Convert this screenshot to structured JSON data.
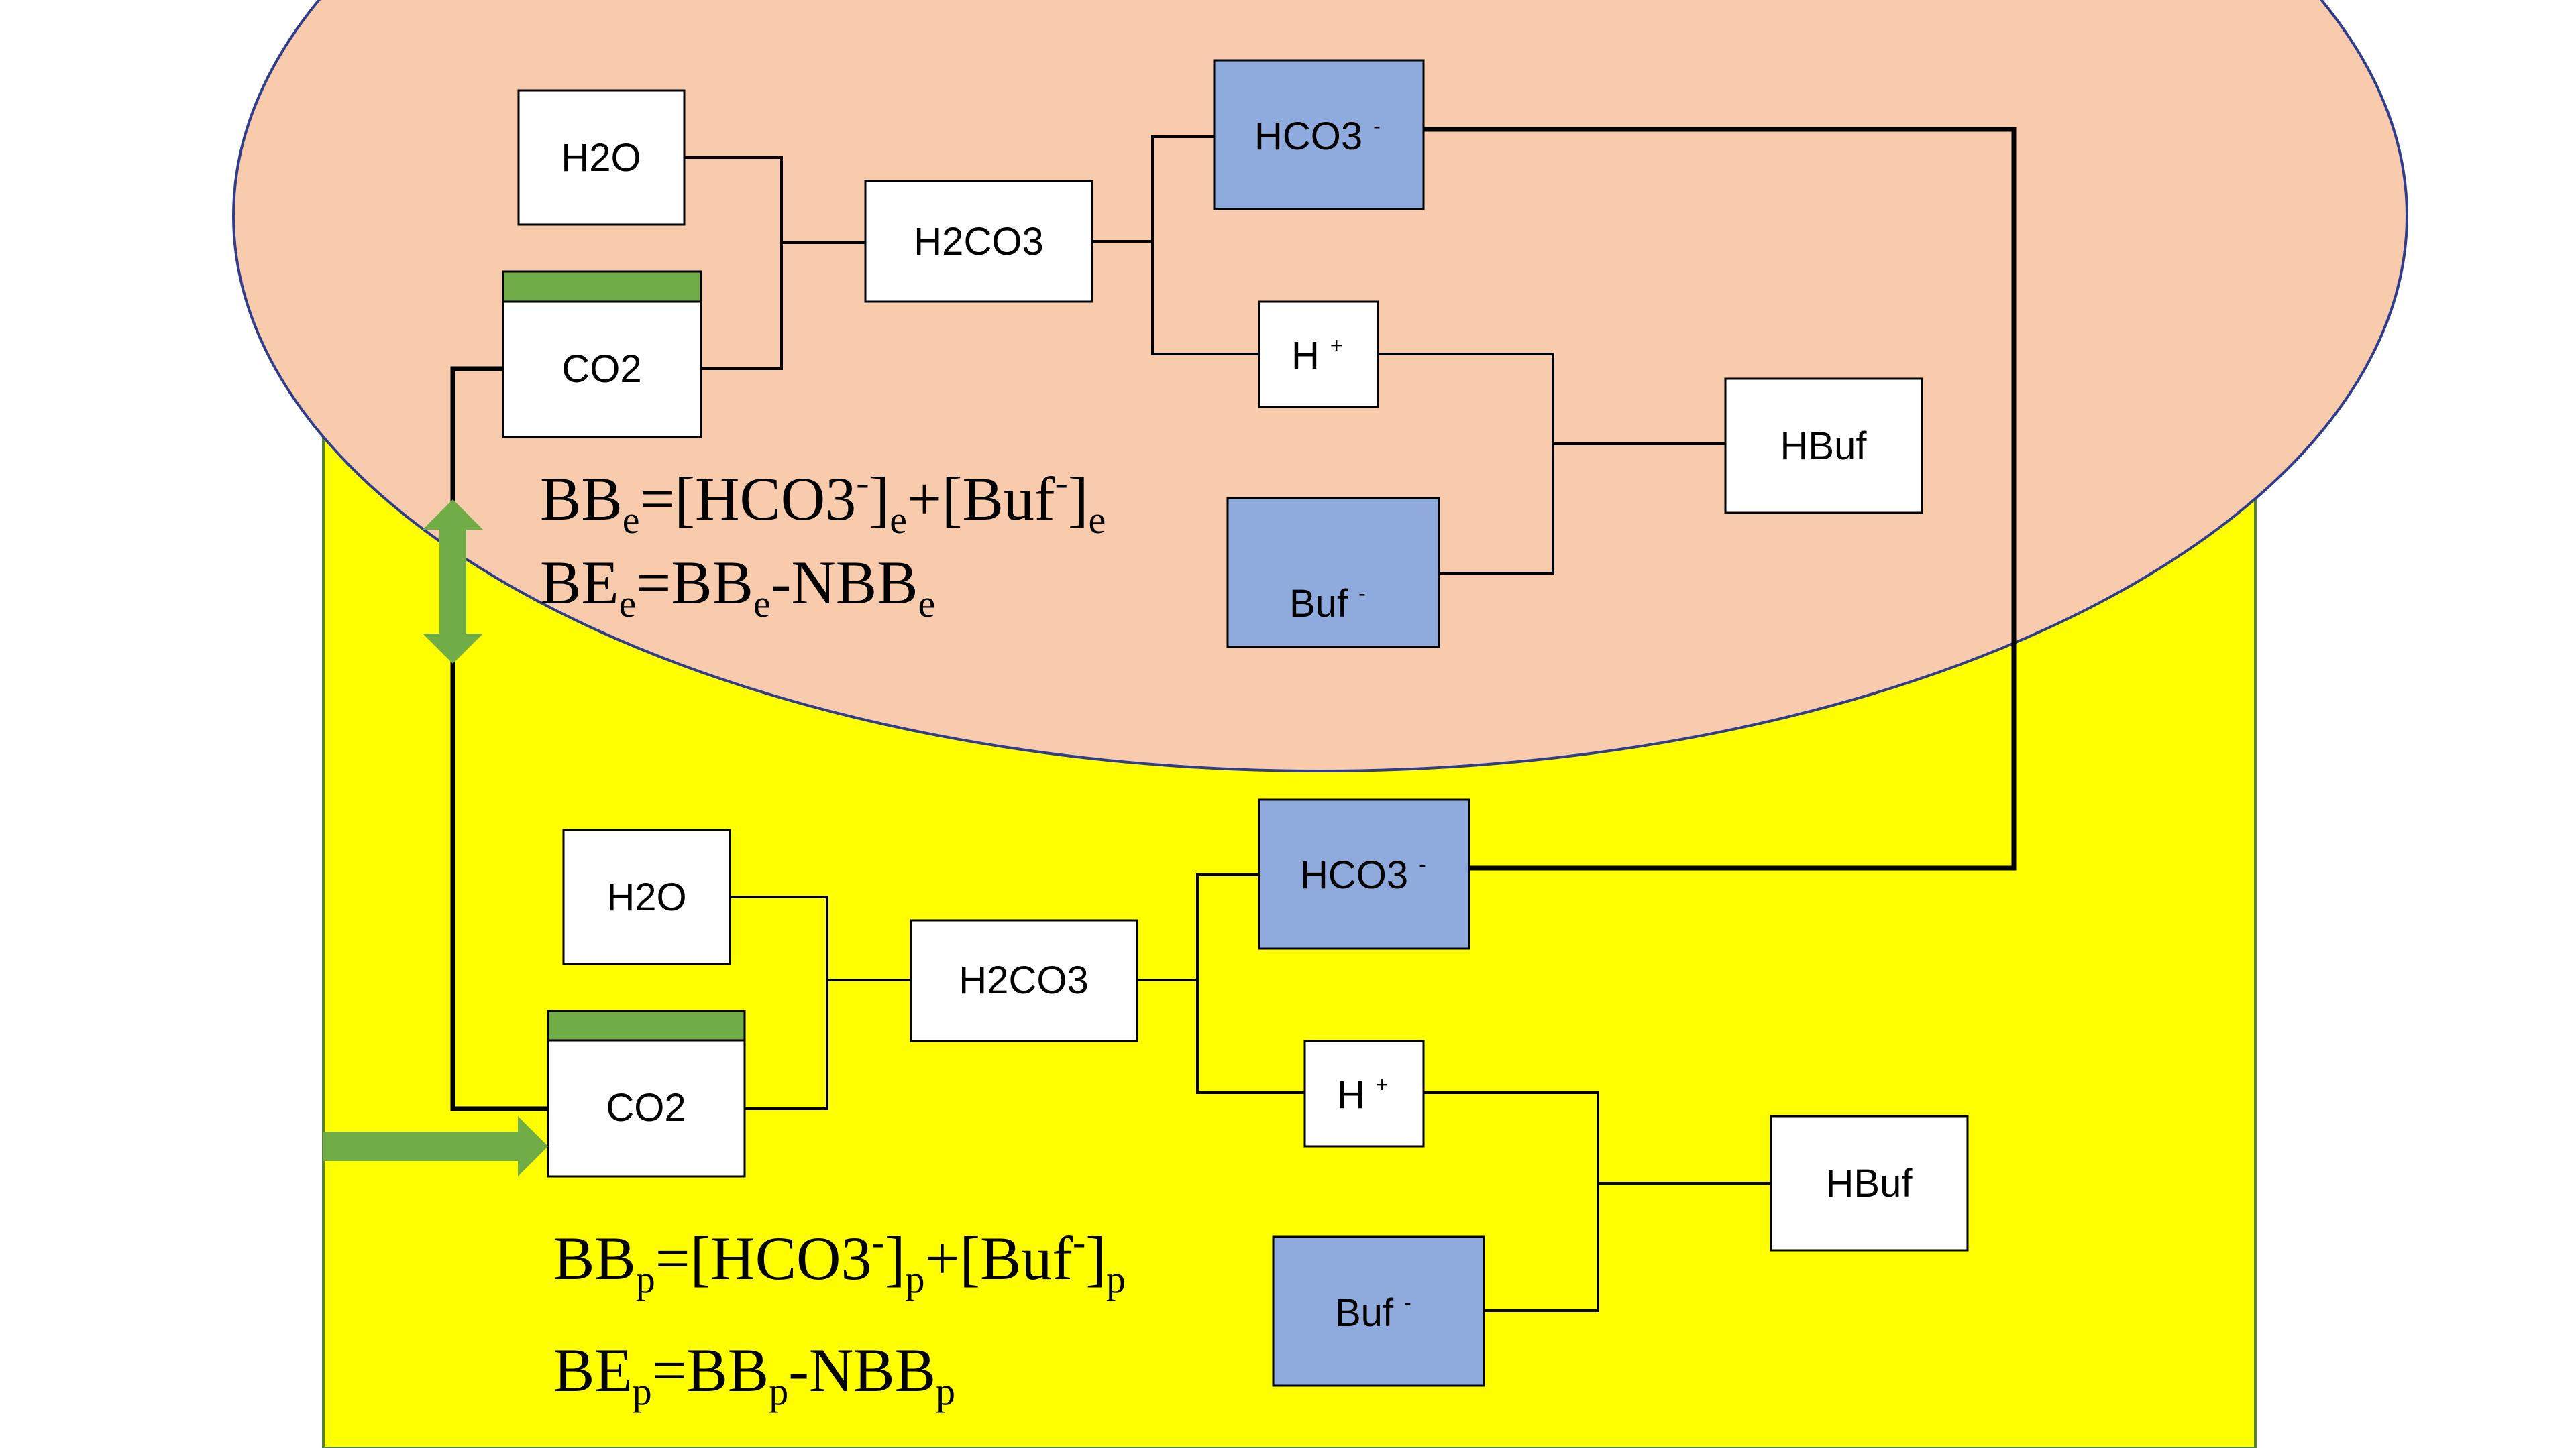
{
  "colors": {
    "plasma_fill": "#ffff00",
    "plasma_border": "#548235",
    "cell_fill": "#f8cbad",
    "cell_border": "#2f3d8c",
    "ion_box_fill": "#8faadc",
    "co2_cap": "#70ad47",
    "arrow": "#70ad47",
    "line": "#000000"
  },
  "upper": {
    "h2o": "H2O",
    "co2": "CO2",
    "h2co3": "H2CO3",
    "hco3": "HCO3",
    "hco3_charge": "-",
    "h": "H",
    "h_charge": "+",
    "buf": "Buf",
    "buf_charge": "-",
    "hbuf": "HBuf",
    "eq1": {
      "a": "BB",
      "a_sub": "e",
      "b": "=[HCO3",
      "b_sup": "-",
      "c": "]",
      "c_sub": "e",
      "d": "+[Buf",
      "d_sup": "-",
      "e": "]",
      "e_sub": "e"
    },
    "eq2": {
      "a": "BE",
      "a_sub": "e",
      "b": "=BB",
      "b_sub": "e",
      "c": "-NBB",
      "c_sub": "e"
    }
  },
  "lower": {
    "h2o": "H2O",
    "co2": "CO2",
    "h2co3": "H2CO3",
    "hco3": "HCO3",
    "hco3_charge": "-",
    "h": "H",
    "h_charge": "+",
    "buf": "Buf",
    "buf_charge": "-",
    "hbuf": "HBuf",
    "eq1": {
      "a": "BB",
      "a_sub": "p",
      "b": "=[HCO3",
      "b_sup": "-",
      "c": "]",
      "c_sub": "p",
      "d": "+[Buf",
      "d_sup": "-",
      "e": "]",
      "e_sub": "p"
    },
    "eq2": {
      "a": "BE",
      "a_sub": "p",
      "b": "=BB",
      "b_sub": "p",
      "c": "-NBB",
      "c_sub": "p"
    }
  }
}
